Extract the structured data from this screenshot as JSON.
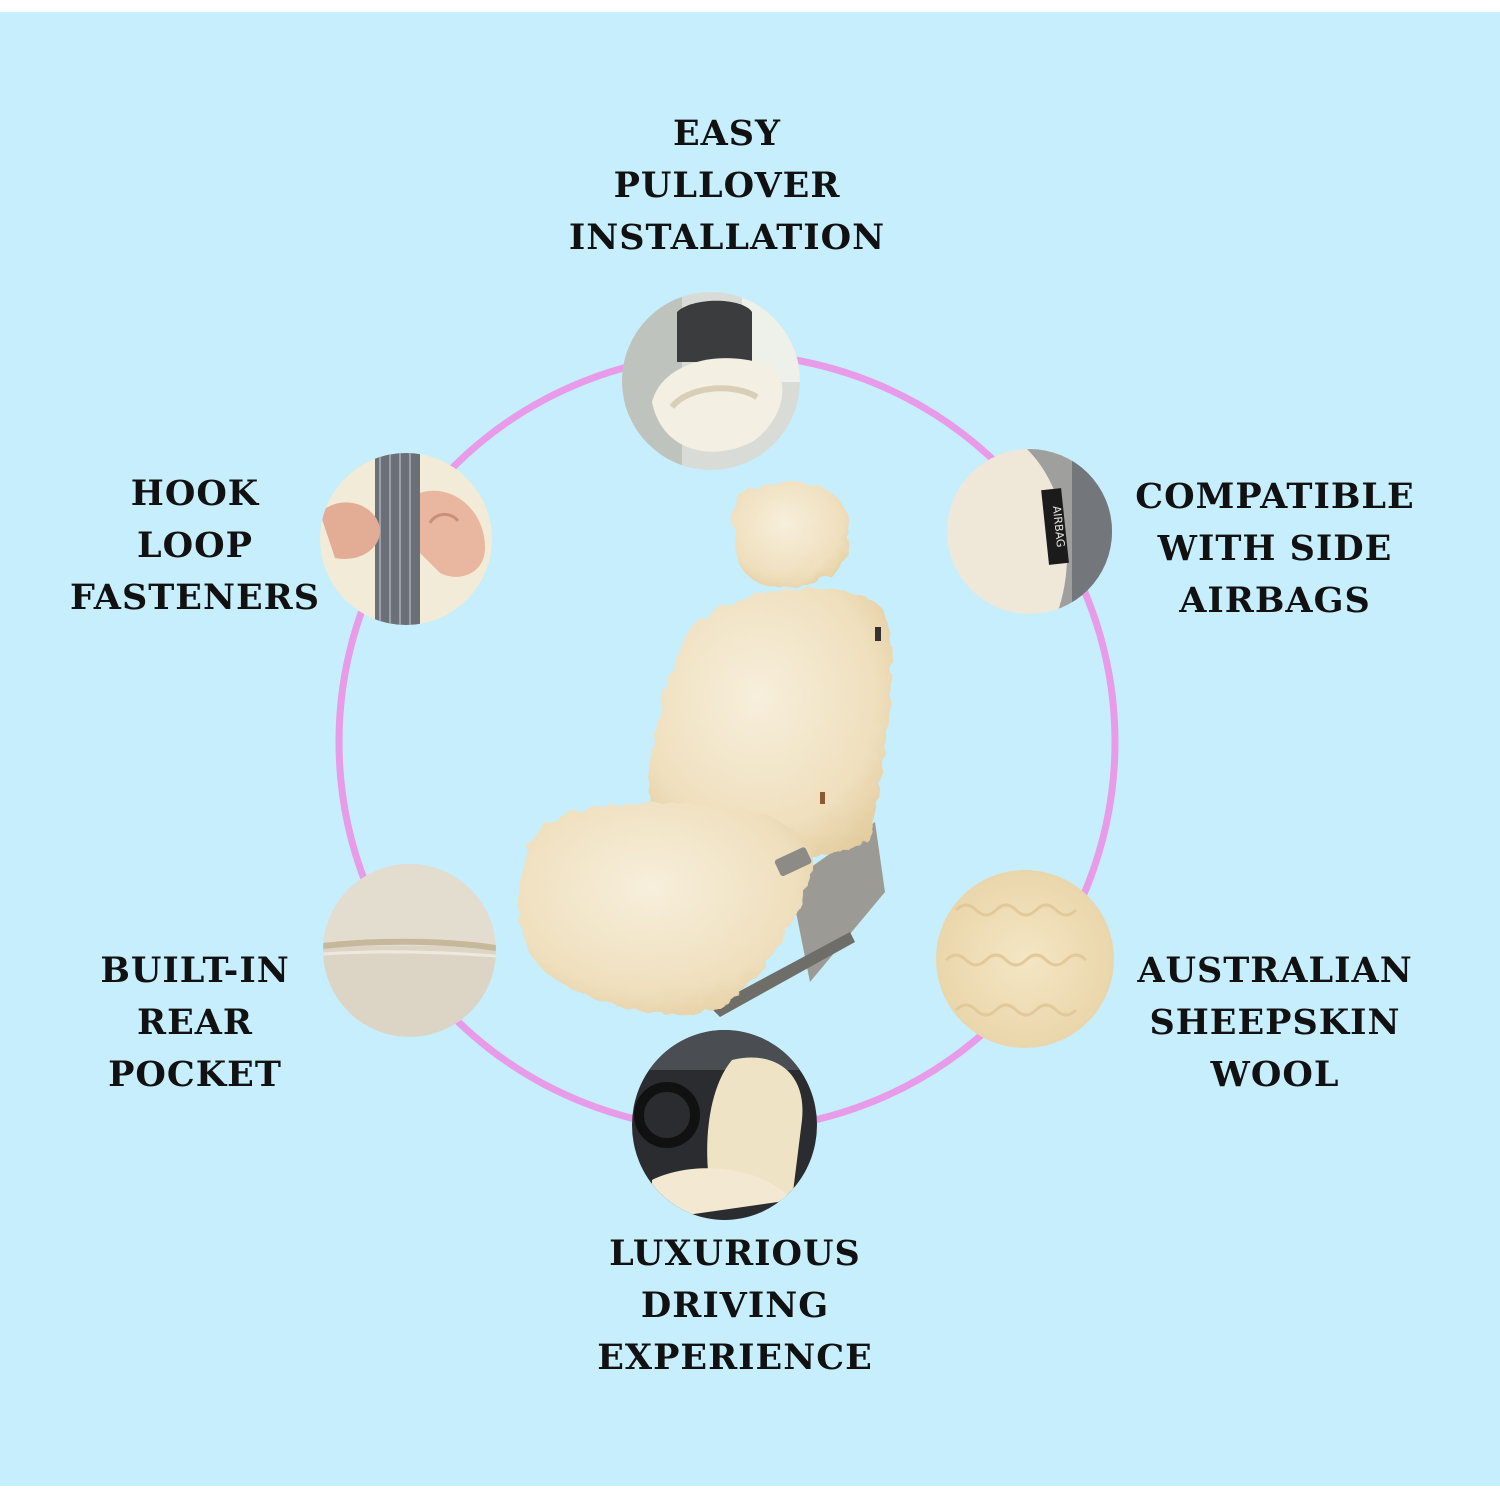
{
  "colors": {
    "background": "#c7eefc",
    "ring": "#e89be8",
    "text": "#111111",
    "wool": "#f4ead2",
    "wool_shadow": "#e3cfa4"
  },
  "features": [
    {
      "id": "pullover",
      "lines": [
        "EASY",
        "PULLOVER",
        "INSTALLATION"
      ],
      "icon": "headrest-photo"
    },
    {
      "id": "airbags",
      "lines": [
        "COMPATIBLE",
        "WITH SIDE",
        "AIRBAGS"
      ],
      "icon": "airbag-tag-photo"
    },
    {
      "id": "wool",
      "lines": [
        "AUSTRALIAN",
        "SHEEPSKIN",
        "WOOL"
      ],
      "icon": "wool-texture-photo"
    },
    {
      "id": "luxurious",
      "lines": [
        "LUXURIOUS",
        "DRIVING",
        "EXPERIENCE"
      ],
      "icon": "car-interior-photo"
    },
    {
      "id": "pocket",
      "lines": [
        "BUILT-IN",
        "REAR",
        "POCKET"
      ],
      "icon": "rear-pocket-photo"
    },
    {
      "id": "fasteners",
      "lines": [
        "HOOK",
        "LOOP",
        "FASTENERS"
      ],
      "icon": "fastener-hands-photo"
    }
  ],
  "airbag_tag_text": "AIRBAG"
}
